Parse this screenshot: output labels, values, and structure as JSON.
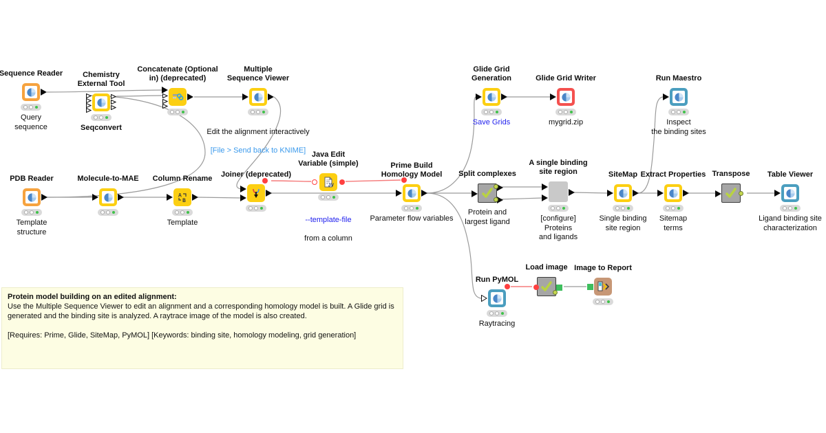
{
  "annotation": {
    "title": "Protein model building on an edited alignment:",
    "body": "Use the Multiple Sequence Viewer to edit an alignment and a corresponding homology model is built. A Glide grid is generated and the binding site is analyzed. A raytrace image of the model is also created.",
    "footer": "[Requires: Prime, Glide, SiteMap, PyMOL] [Keywords: binding site, homology modeling, grid generation]"
  },
  "nodes": {
    "sequence_reader": {
      "title": "Sequence Reader",
      "comment": "Query\nsequence"
    },
    "chemistry_external_tool": {
      "title": "Chemistry\nExternal Tool",
      "comment": "Seqconvert"
    },
    "concatenate": {
      "title": "Concatenate (Optional\nin) (deprecated)"
    },
    "multiple_sequence_viewer": {
      "title": "Multiple\nSequence Viewer",
      "comment": "Edit the alignment interactively",
      "comment_link": "[File > Send back to KNIME]"
    },
    "glide_grid_generation": {
      "title": "Glide Grid\nGeneration",
      "comment_link": "Save Grids"
    },
    "glide_grid_writer": {
      "title": "Glide Grid Writer",
      "comment": "mygrid.zip"
    },
    "run_maestro": {
      "title": "Run Maestro",
      "comment": "Inspect\nthe binding sites"
    },
    "pdb_reader": {
      "title": "PDB Reader",
      "comment": "Template\nstructure"
    },
    "molecule_to_mae": {
      "title": "Molecule-to-MAE"
    },
    "column_rename": {
      "title": "Column Rename",
      "comment": "Template"
    },
    "joiner": {
      "title": "Joiner (deprecated)"
    },
    "java_edit_variable": {
      "title": "Java Edit\nVariable (simple)",
      "comment_link": "--template-file",
      "comment": "from a column"
    },
    "prime_build": {
      "title": "Prime Build\nHomology Model",
      "comment": "Parameter flow variables"
    },
    "split_complexes": {
      "title": "Split complexes",
      "comment": "Protein and\nlargest ligand"
    },
    "single_binding_site": {
      "title": "A single binding\nsite region",
      "comment": "[configure]\nProteins\nand ligands"
    },
    "sitemap": {
      "title": "SiteMap",
      "comment": "Single binding\nsite region"
    },
    "extract_properties": {
      "title": "Extract Properties",
      "comment": "Sitemap\nterms"
    },
    "transpose": {
      "title": "Transpose"
    },
    "table_viewer": {
      "title": "Table Viewer",
      "comment": "Ligand binding site\ncharacterization"
    },
    "run_pymol": {
      "title": "Run PyMOL",
      "comment": "Raytracing"
    },
    "load_image": {
      "title": "Load image"
    },
    "image_to_report": {
      "title": "Image to Report"
    }
  },
  "colors": {
    "node_orange": "#F6A33F",
    "node_yellow": "#FCCF12",
    "node_red": "#F4514F",
    "node_teal": "#4B9EBF",
    "node_tan": "#C79776",
    "component_gray": "#A6A6A6",
    "metanode_gray": "#C9C9C9",
    "wire_gray": "#9A9A9A",
    "flow_variable_red": "#FF4040",
    "image_port_green": "#3EBE5E",
    "status_green": "#3FC24A",
    "link_blue": "#2121EE",
    "light_link_blue": "#3B9AEC",
    "annotation_bg": "#FDFDE3"
  }
}
